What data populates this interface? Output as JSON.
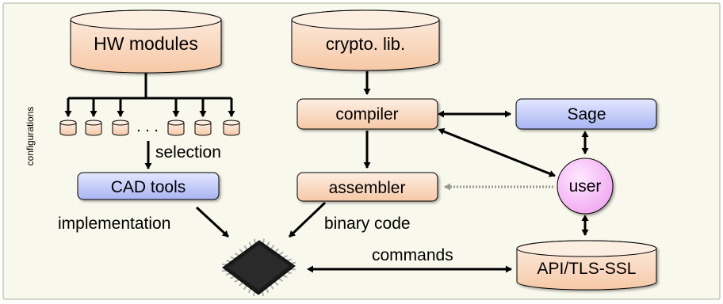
{
  "colors": {
    "background": "#f8f8ec",
    "border": "#c8c8b8",
    "peach_light": "#fdeee2",
    "peach_dark": "#f6c8a6",
    "blue_light": "#e4e8ff",
    "blue_dark": "#a9b4f2",
    "user_light": "#ffe8ff",
    "user_dark": "#f0a8f0",
    "chip_body": "#1a1a1a",
    "dotted_arrow": "#999999"
  },
  "nodes": {
    "hw_modules": "HW modules",
    "crypto_lib": "crypto. lib.",
    "compiler": "compiler",
    "sage": "Sage",
    "cad_tools": "CAD tools",
    "assembler": "assembler",
    "user": "user",
    "api": "API/TLS-SSL"
  },
  "labels": {
    "configurations": "configurations",
    "dots": ". . .",
    "selection": "selection",
    "implementation": "implementation",
    "binary_code": "binary code",
    "commands": "commands"
  },
  "icons": {
    "chip": "microchip-icon",
    "config_cylinder": "database-cylinder-icon"
  }
}
